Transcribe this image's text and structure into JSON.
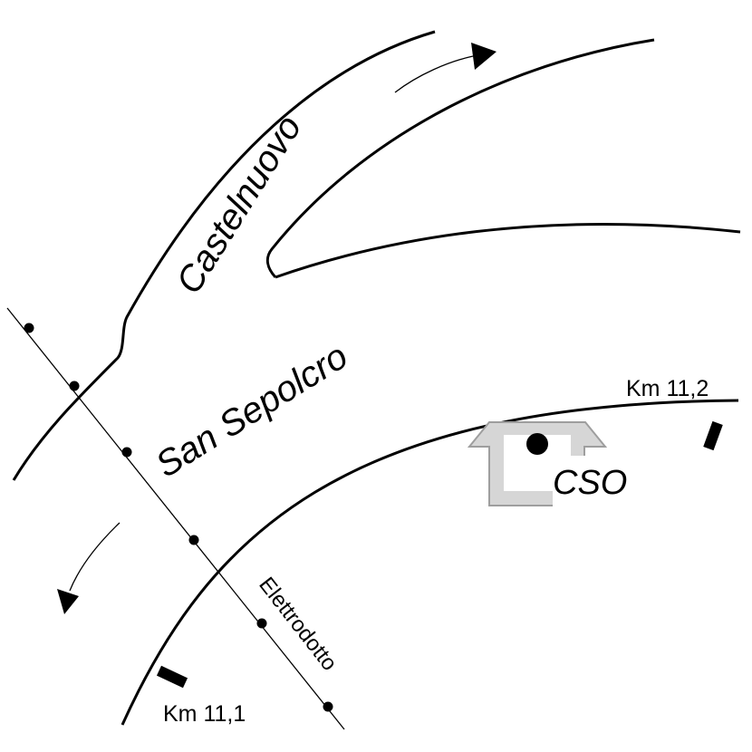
{
  "labels": {
    "road_upper": "Castelnuovo",
    "road_lower": "San Sepolcro",
    "km_upper": "Km 11,2",
    "km_lower": "Km 11,1",
    "power_line": "Elettrodotto",
    "station": "CSO"
  },
  "colors": {
    "ink": "#000000",
    "building_fill": "#d6d6d6",
    "building_stroke": "#9e9e9e",
    "background": "#ffffff"
  },
  "icons": {
    "direction_arrow": "arrowhead-triangle",
    "station_marker": "filled-circle",
    "km_marker": "black-bar"
  }
}
